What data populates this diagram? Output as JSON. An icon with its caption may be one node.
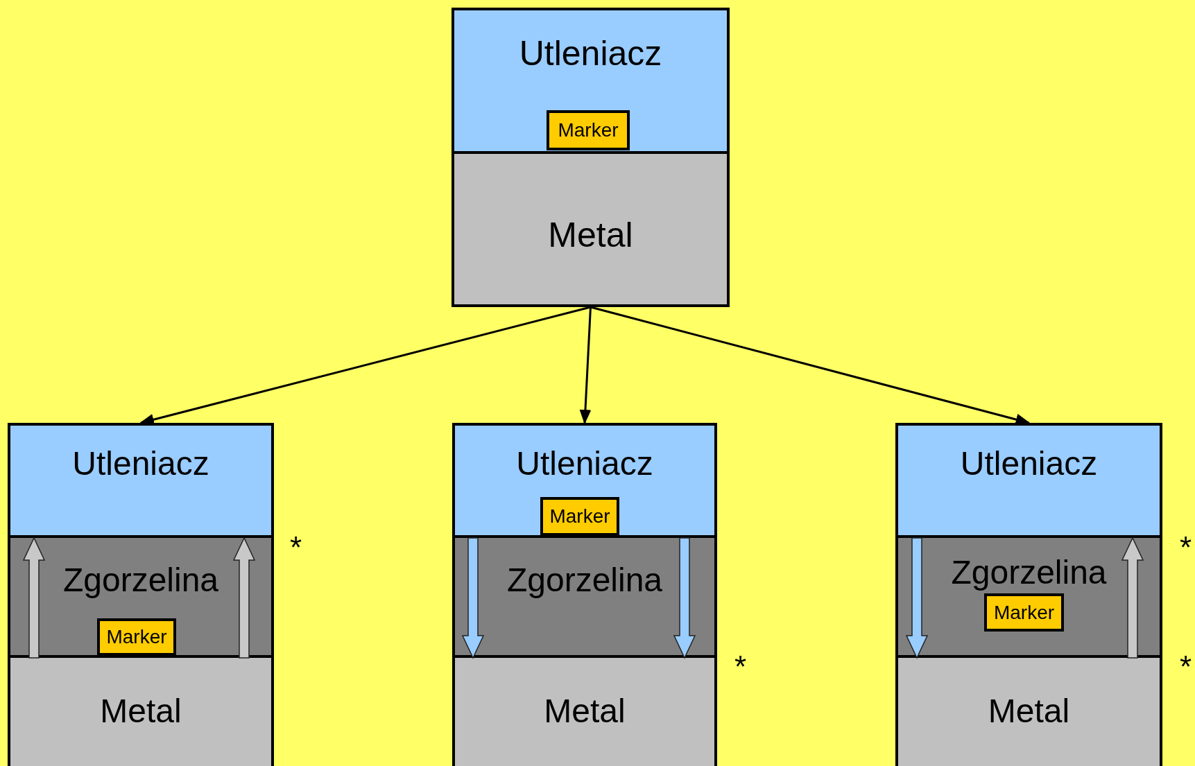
{
  "diagram": {
    "nodes": [
      {
        "text": [],
        "shape": "box"
      },
      {
        "text": [
          "Utleniacz"
        ],
        "in": 0
      },
      {
        "text": [
          "Marker"
        ],
        "in": 1
      },
      {
        "text": [
          "Metal"
        ],
        "in": 0
      },
      {
        "text": [],
        "shape": "box"
      },
      {
        "text": [
          "Utleniacz"
        ],
        "in": 4
      },
      {
        "text": [
          "Zgorzelina"
        ],
        "in": 4
      },
      {
        "text": [
          "Marker"
        ],
        "in": 6
      },
      {
        "text": [
          "Metal"
        ],
        "in": 4
      },
      {
        "text": [],
        "shape": "box"
      },
      {
        "text": [
          "Utleniacz"
        ],
        "in": 9
      },
      {
        "text": [
          "Marker"
        ],
        "in": 10
      },
      {
        "text": [
          "Zgorzelina"
        ],
        "in": 9
      },
      {
        "text": [
          "Metal"
        ],
        "in": 9
      },
      {
        "text": [],
        "shape": "box"
      },
      {
        "text": [
          "Utleniacz"
        ],
        "in": 14
      },
      {
        "text": [
          "Zgorzelina"
        ],
        "in": 14
      },
      {
        "text": [
          "Marker"
        ],
        "in": 16
      },
      {
        "text": [
          "Metal"
        ],
        "in": 14
      }
    ],
    "edges": [
      {
        "from": 0,
        "to": 4,
        "arrow": "to"
      },
      {
        "from": 0,
        "to": 9,
        "arrow": "to"
      },
      {
        "from": 0,
        "to": 14,
        "arrow": "to"
      },
      {
        "from": 8,
        "to": 5,
        "arrow": "to",
        "style": "thick",
        "color": "#c8c8c8"
      },
      {
        "from": 8,
        "to": 5,
        "arrow": "to",
        "style": "thick",
        "color": "#c8c8c8"
      },
      {
        "from": 10,
        "to": 13,
        "arrow": "to",
        "style": "thick",
        "color": "#99ccff"
      },
      {
        "from": 10,
        "to": 13,
        "arrow": "to",
        "style": "thick",
        "color": "#99ccff"
      },
      {
        "from": 15,
        "to": 18,
        "arrow": "to",
        "style": "thick",
        "color": "#99ccff"
      },
      {
        "from": 18,
        "to": 15,
        "arrow": "to",
        "style": "thick",
        "color": "#c8c8c8"
      }
    ],
    "labels": [
      "*",
      "*",
      "*",
      "*"
    ]
  }
}
